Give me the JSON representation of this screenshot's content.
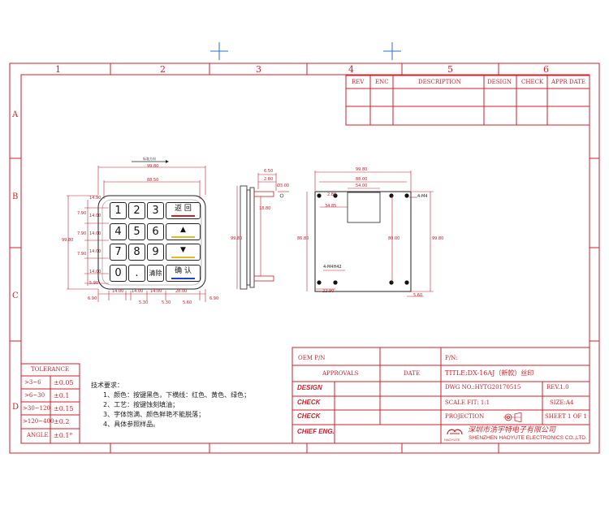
{
  "frame": {
    "columns": [
      "1",
      "2",
      "3",
      "4",
      "5",
      "6"
    ],
    "rows": [
      "A",
      "B",
      "C",
      "D"
    ]
  },
  "revision_table": {
    "headers": [
      "REV",
      "ENC",
      "DESCRIPTION",
      "DESIGN",
      "CHECK",
      "APPR DATE"
    ]
  },
  "keypad": {
    "direction_label": "标准方向",
    "keys": [
      "1",
      "2",
      "3",
      "4",
      "5",
      "6",
      "7",
      "8",
      "9",
      "0",
      "."
    ],
    "wide_keys": [
      "返 回",
      "▲",
      "▼",
      "清除",
      "确 认"
    ],
    "bar_colors": {
      "back": "#d21e2a",
      "up": "#d6c21e",
      "down": "#d6c21e",
      "confirm": "#1f3fd1"
    },
    "dims": {
      "overall_w": "99.80",
      "inner_w": "88.50",
      "overall_h": "99.80",
      "top_margin": "14.90",
      "row_gap": "7.90",
      "key_h": "14.00",
      "key_w": "14.00",
      "wide_w": "28.00",
      "gap": "5.30",
      "bottom": "5.90",
      "side": "6.90",
      "right_off": "5.60",
      "edge": "6.90"
    }
  },
  "side_view": {
    "dims": {
      "top1": "6.50",
      "top2": "2.80",
      "diam": "Ø3.00",
      "h_left": "99.80",
      "h_inner": "18.80"
    }
  },
  "back_view": {
    "dims": {
      "w_outer": "99.80",
      "w_inner": "88.00",
      "w_top": "54.00",
      "left_off": "34.85",
      "h_left": "86.80",
      "h_mid": "80.00",
      "h_right": "99.80",
      "bottom_left": "22.90",
      "corner": "5.60",
      "r_small": "2.80"
    },
    "notes": {
      "holes": "4-M4",
      "studs": "4-M4H42"
    }
  },
  "tolerance": {
    "title": "TOLERANCE",
    "rows": [
      {
        "range": ">3~6",
        "value": "±0.05"
      },
      {
        "range": ">6~30",
        "value": "±0.1"
      },
      {
        "range": ">30~120",
        "value": "±0.15"
      },
      {
        "range": ">120~400",
        "value": "±0.2"
      },
      {
        "range": "ANGLE",
        "value": "±0.1°"
      }
    ]
  },
  "tech_notes": {
    "title": "技术要求：",
    "items": [
      "1、颜色：按键黑色，下横线：红色、黄色、绿色；",
      "2、工艺：按键蚀刻填油；",
      "3、字体饱满、颜色鲜艳不能脱落；",
      "4、具体参照样品。"
    ]
  },
  "title_block": {
    "oem_pn": "OEM P/N",
    "pn": "P/N:",
    "approvals": "APPROVALS",
    "date": "DATE",
    "title": "TITLE:DX-16AJ（新款）丝印",
    "design": "DESIGN",
    "dwg_no": "DWG NO.:HYTG20170515",
    "rev": "REV.1.0",
    "check1": "CHECK",
    "scale": "SCALE FIT: 1:1",
    "size": "SIZE:A4",
    "check2": "CHECK",
    "projection": "PROJECTION",
    "sheet": "SHEET 1 OF 1",
    "chief_eng": "CHIEF ENG.",
    "company_cn": "深圳市浩宇特电子有限公司",
    "company_en": "SHENZHEN HAOYUTE ELECTRONICS CO.,LTD.",
    "logo_text": "HAOYUTE"
  }
}
